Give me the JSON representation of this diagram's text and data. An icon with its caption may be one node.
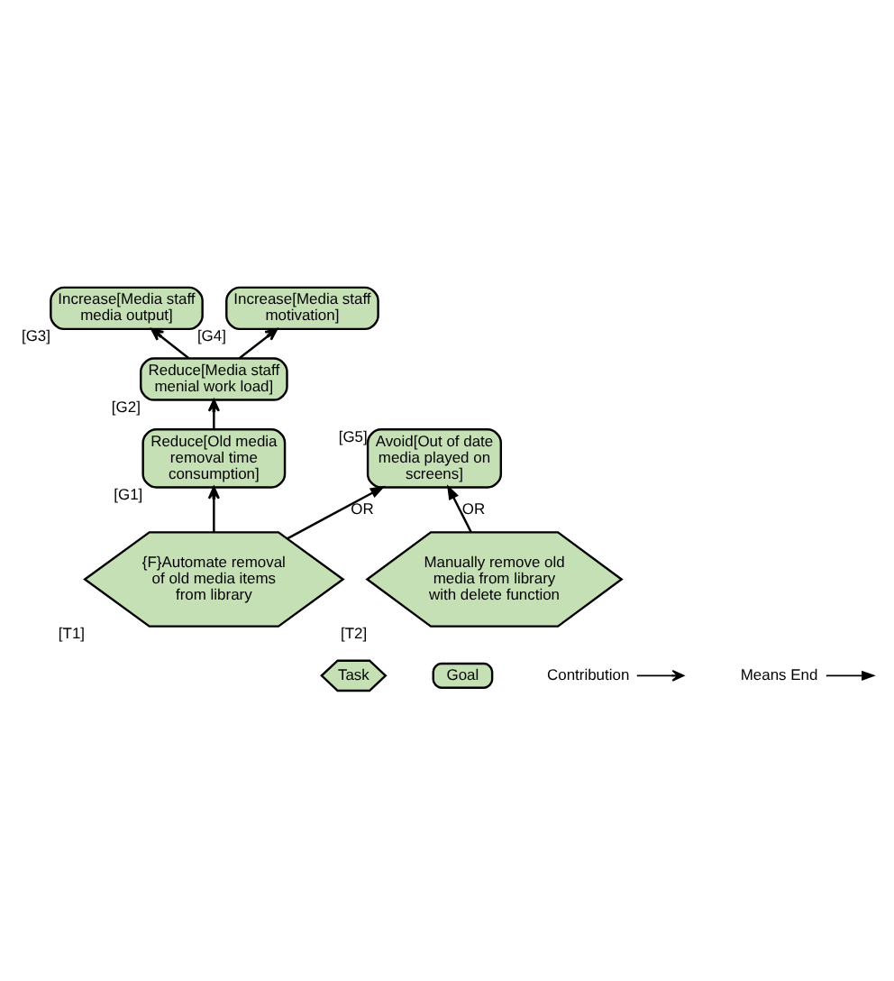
{
  "diagram": {
    "nodes": [
      {
        "text": [
          "Increase[Media staff media output]"
        ],
        "beside": [
          "[G3]"
        ]
      },
      {
        "text": [
          "Increase[Media staff motivation]"
        ],
        "beside": [
          "[G4]"
        ]
      },
      {
        "text": [
          "Reduce[Media staff menial work load]"
        ],
        "beside": [
          "[G2]"
        ]
      },
      {
        "text": [
          "Reduce[Old media removal time consumption]"
        ],
        "beside": [
          "[G1]"
        ]
      },
      {
        "text": [
          "Avoid[Out of date media played on screens]"
        ],
        "beside": [
          "[G5]"
        ]
      },
      {
        "text": [
          "{F}Automate removal of old media items from library"
        ],
        "beside": [
          "[T1]"
        ]
      },
      {
        "text": [
          "Manually remove old media from library with delete function"
        ],
        "beside": [
          "[T2]"
        ]
      }
    ],
    "edges": [
      {
        "from": 2,
        "to": 0,
        "arrow": "to"
      },
      {
        "from": 2,
        "to": 1,
        "arrow": "to"
      },
      {
        "from": 3,
        "to": 2,
        "arrow": "to"
      },
      {
        "from": 5,
        "to": 3,
        "arrow": "to"
      },
      {
        "from": 5,
        "to": 4,
        "arrow": "to",
        "label": "OR"
      },
      {
        "from": 6,
        "to": 4,
        "arrow": "to",
        "label": "OR"
      }
    ],
    "legend": [
      {
        "text": "Task"
      },
      {
        "text": "Goal"
      },
      {
        "text": "Contribution"
      },
      {
        "text": "Means End"
      }
    ]
  }
}
